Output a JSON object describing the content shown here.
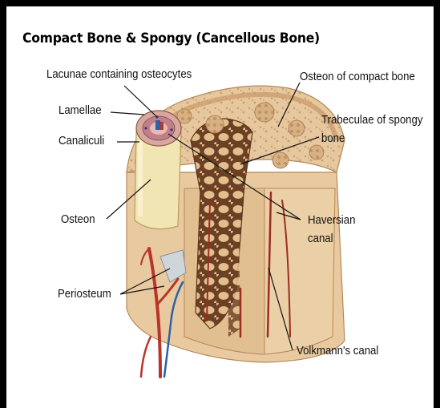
{
  "title": "Compact Bone & Spongy (Cancellous Bone)",
  "labels": {
    "lacunae": "Lacunae containing osteocytes",
    "lamellae": "Lamellae",
    "canaliculi": "Canaliculi",
    "osteon": "Osteon",
    "periosteum": "Periosteum",
    "osteon_compact": "Osteon of compact bone",
    "trabeculae_line1": "Trabeculae of spongy",
    "trabeculae_line2": "bone",
    "haversian_line1": "Haversian",
    "haversian_line2": "canal",
    "volkmann": "Volkmann's canal"
  },
  "colors": {
    "bone": "#e8c9a0",
    "bone_dark": "#c89a6a",
    "spongy": "#8a5a34",
    "vessel_red": "#b8352a",
    "vessel_blue": "#2f5fa8",
    "osteon_cylinder": "#f3e7b8"
  }
}
